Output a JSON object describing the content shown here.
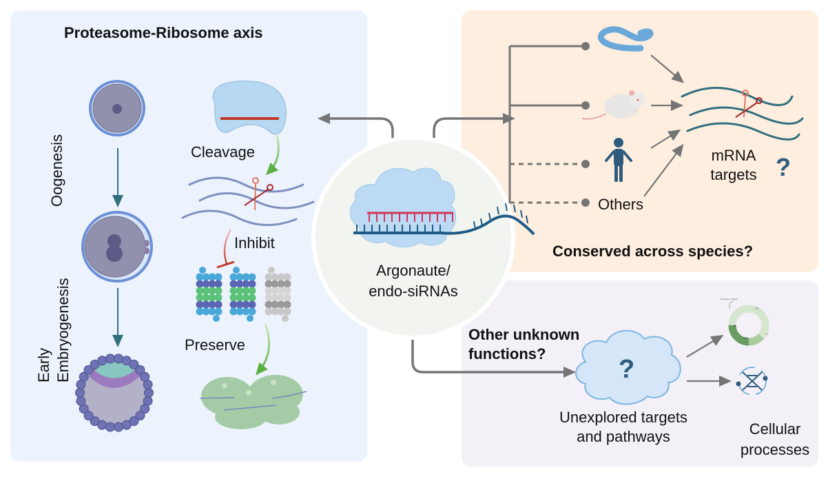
{
  "left_panel": {
    "title": "Proteasome-Ribosome axis",
    "stage_oogenesis": "Oogenesis",
    "stage_embryo_line1": "Early",
    "stage_embryo_line2": "Embryogenesis",
    "cleavage": "Cleavage",
    "inhibit": "Inhibit",
    "preserve": "Preserve"
  },
  "center": {
    "label_line1": "Argonaute/",
    "label_line2": "endo-siRNAs"
  },
  "top_right_panel": {
    "others": "Others",
    "mrna_line1": "mRNA",
    "mrna_line2": "targets",
    "question_mark": "?",
    "caption": "Conserved across species?",
    "organisms": [
      "worm",
      "mouse",
      "human",
      "others"
    ]
  },
  "bottom_right_panel": {
    "heading_line1": "Other unknown",
    "heading_line2": "functions?",
    "cloud_question": "?",
    "unexplored_line1": "Unexplored targets",
    "unexplored_line2": "and pathways",
    "cellular_line1": "Cellular",
    "cellular_line2": "processes",
    "cell_cycle_labels": {
      "g0": "G0 phase (resting)",
      "g1": "G1",
      "s": "S",
      "g2": "G2",
      "m": "M"
    }
  },
  "colors": {
    "left_bg": "#ecf3fc",
    "top_right_bg": "#fdeedf",
    "bottom_right_bg": "#f4f0f7",
    "connector_gray": "#757575",
    "teal": "#2f6f7e",
    "rna_red": "#d0335a",
    "rna_blue": "#1d5a86",
    "green_arrow": "#5bb043",
    "inhibit_red": "#c0392b"
  }
}
